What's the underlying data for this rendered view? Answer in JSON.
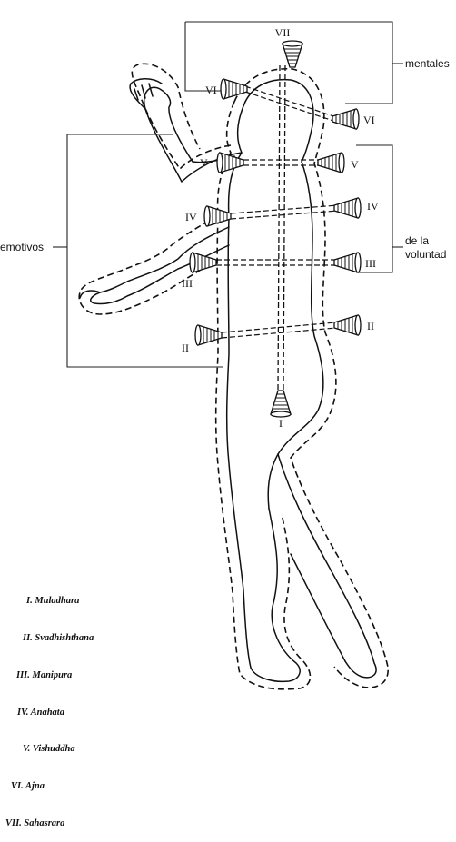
{
  "groups": {
    "mentales": "mentales",
    "emotivos": "emotivos",
    "voluntad_line1": "de la",
    "voluntad_line2": "voluntad"
  },
  "chakra_labels": {
    "VII": "VII",
    "VI": "VI",
    "V": "V",
    "IV": "IV",
    "III": "III",
    "II": "II",
    "I": "I"
  },
  "legend": [
    "I. Muladhara",
    "II. Svadhishthana",
    "III. Manipura",
    "IV. Anahata",
    "V. Vishuddha",
    "VI. Ajna",
    "VII. Sahasrara"
  ]
}
